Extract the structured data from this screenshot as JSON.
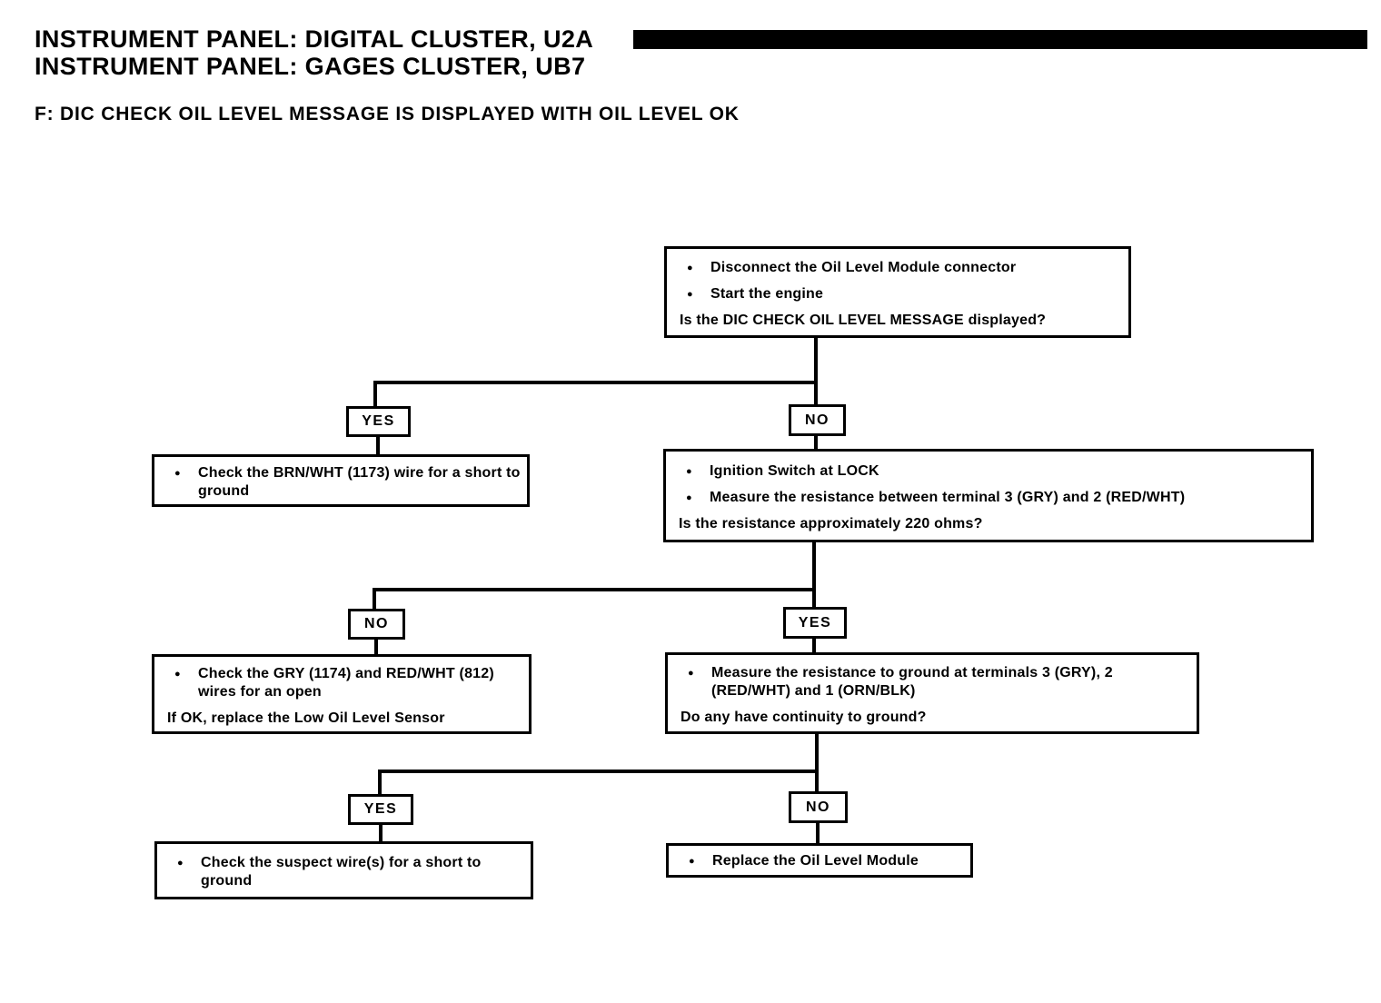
{
  "header": {
    "line1": "INSTRUMENT PANEL: DIGITAL CLUSTER, U2A",
    "line2": "INSTRUMENT PANEL: GAGES CLUSTER, UB7",
    "section": "F: DIC CHECK OIL LEVEL MESSAGE IS DISPLAYED WITH OIL LEVEL OK"
  },
  "colors": {
    "ink": "#000000",
    "paper": "#ffffff"
  },
  "flowchart": {
    "bullet_glyph": "●",
    "step1": {
      "bullet1": "Disconnect the Oil Level Module connector",
      "bullet2": "Start the engine",
      "question": "Is the DIC CHECK OIL LEVEL MESSAGE displayed?"
    },
    "branch1": {
      "yes": "YES",
      "no": "NO"
    },
    "yes1_action": {
      "bullet1": "Check the BRN/WHT (1173) wire for a short to ground"
    },
    "step2": {
      "bullet1": "Ignition Switch at LOCK",
      "bullet2": "Measure the resistance between terminal 3 (GRY) and 2 (RED/WHT)",
      "question": "Is the resistance approximately 220 ohms?"
    },
    "branch2": {
      "no": "NO",
      "yes": "YES"
    },
    "no2_action": {
      "bullet1": "Check the GRY (1174) and RED/WHT (812) wires for an open",
      "note": "If OK, replace the Low Oil Level Sensor"
    },
    "step3": {
      "bullet1": "Measure the resistance to ground at terminals 3 (GRY), 2 (RED/WHT) and 1 (ORN/BLK)",
      "question": "Do any have continuity to ground?"
    },
    "branch3": {
      "yes": "YES",
      "no": "NO"
    },
    "yes3_action": {
      "bullet1": "Check the suspect wire(s) for a short to ground"
    },
    "no3_action": {
      "bullet1": "Replace the Oil Level Module"
    }
  }
}
